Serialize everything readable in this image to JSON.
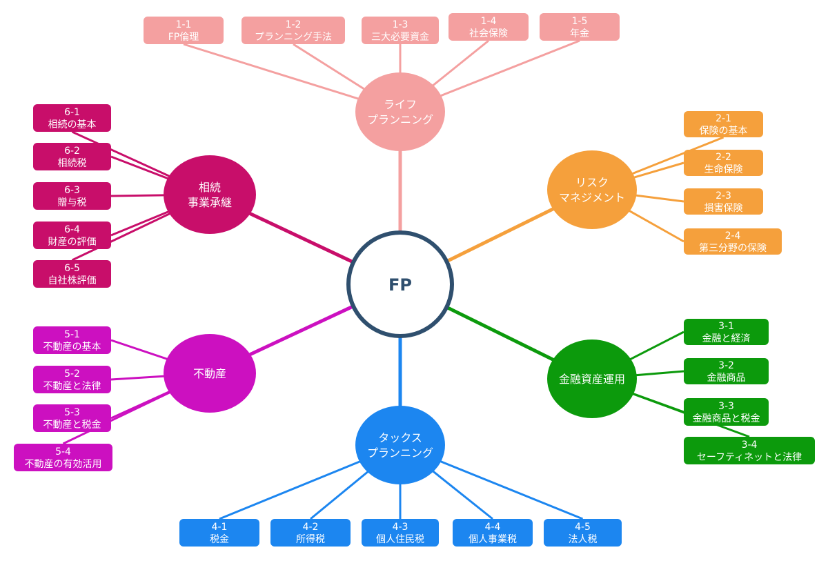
{
  "center": {
    "label": "FP"
  },
  "branches": [
    {
      "id": "life",
      "label_lines": [
        "ライフ",
        "プランニング"
      ],
      "color": "#f4a0a0",
      "leaves": [
        {
          "num": "1-1",
          "name": "FP倫理"
        },
        {
          "num": "1-2",
          "name": "プランニング手法"
        },
        {
          "num": "1-3",
          "name": "三大必要資金"
        },
        {
          "num": "1-4",
          "name": "社会保険"
        },
        {
          "num": "1-5",
          "name": "年金"
        }
      ]
    },
    {
      "id": "risk",
      "label_lines": [
        "リスク",
        "マネジメント"
      ],
      "color": "#f5a03c",
      "leaves": [
        {
          "num": "2-1",
          "name": "保険の基本"
        },
        {
          "num": "2-2",
          "name": "生命保険"
        },
        {
          "num": "2-3",
          "name": "損害保険"
        },
        {
          "num": "2-4",
          "name": "第三分野の保険"
        }
      ]
    },
    {
      "id": "finance",
      "label_lines": [
        "金融資産運用"
      ],
      "color": "#0c9a0c",
      "leaves": [
        {
          "num": "3-1",
          "name": "金融と経済"
        },
        {
          "num": "3-2",
          "name": "金融商品"
        },
        {
          "num": "3-3",
          "name": "金融商品と税金"
        },
        {
          "num": "3-4",
          "name": "セーフティネットと法律"
        }
      ]
    },
    {
      "id": "tax",
      "label_lines": [
        "タックス",
        "プランニング"
      ],
      "color": "#1c86f0",
      "leaves": [
        {
          "num": "4-1",
          "name": "税金"
        },
        {
          "num": "4-2",
          "name": "所得税"
        },
        {
          "num": "4-3",
          "name": "個人住民税"
        },
        {
          "num": "4-4",
          "name": "個人事業税"
        },
        {
          "num": "4-5",
          "name": "法人税"
        }
      ]
    },
    {
      "id": "realestate",
      "label_lines": [
        "不動産"
      ],
      "color": "#cc10c0",
      "leaves": [
        {
          "num": "5-1",
          "name": "不動産の基本"
        },
        {
          "num": "5-2",
          "name": "不動産と法律"
        },
        {
          "num": "5-3",
          "name": "不動産と税金"
        },
        {
          "num": "5-4",
          "name": "不動産の有効活用"
        }
      ]
    },
    {
      "id": "inherit",
      "label_lines": [
        "相続",
        "事業承継"
      ],
      "color": "#c80e6a",
      "leaves": [
        {
          "num": "6-1",
          "name": "相続の基本"
        },
        {
          "num": "6-2",
          "name": "相続税"
        },
        {
          "num": "6-3",
          "name": "贈与税"
        },
        {
          "num": "6-4",
          "name": "財産の評価"
        },
        {
          "num": "6-5",
          "name": "自社株評価"
        }
      ]
    }
  ]
}
